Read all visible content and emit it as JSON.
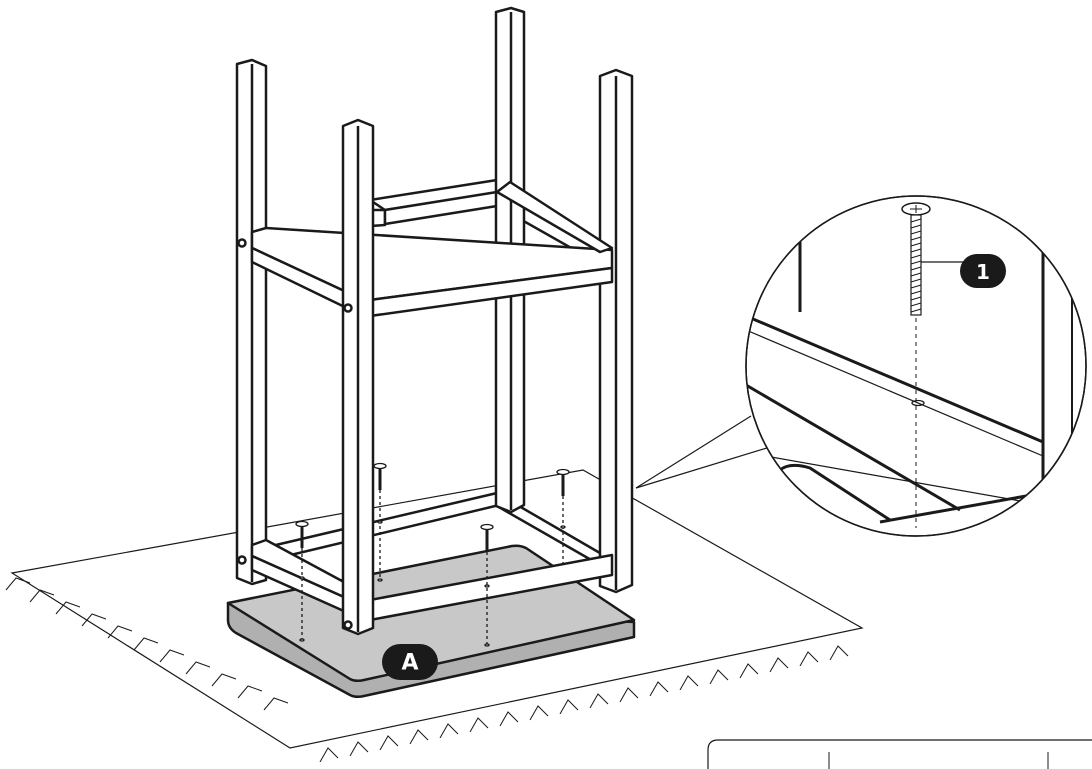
{
  "callouts": {
    "part_label": "A",
    "step_label": "1"
  },
  "colors": {
    "line": "#1a1a1a",
    "panel_fill": "#c8c8c8",
    "badge_fill": "#1a1a1a",
    "badge_text": "#ffffff",
    "background": "#ffffff"
  },
  "icons": {
    "screw": "screw-icon",
    "badge": "callout-badge"
  }
}
